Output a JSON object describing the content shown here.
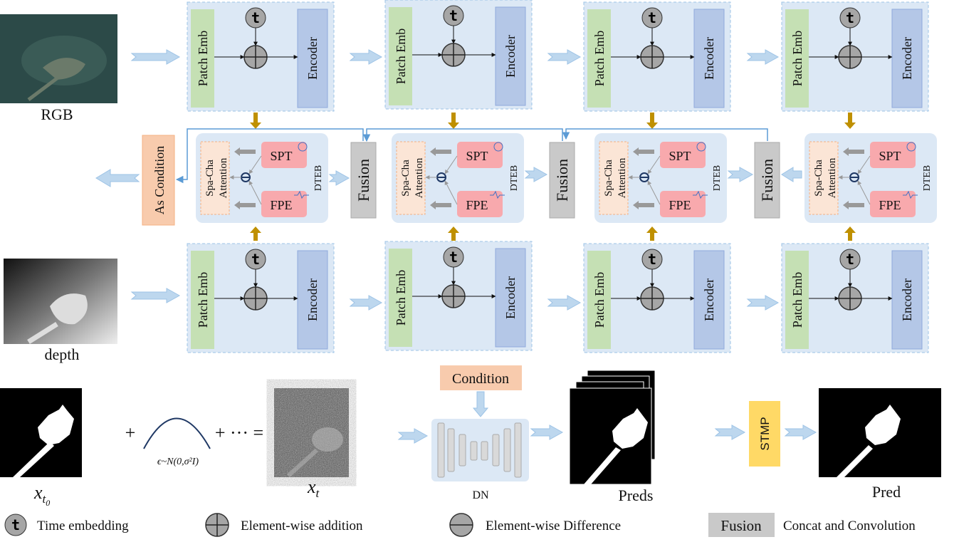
{
  "inputs": {
    "rgb_label": "RGB",
    "depth_label": "depth"
  },
  "encoder_block": {
    "patch_emb": "Patch Emb",
    "encoder": "Encoder",
    "time_symbol": "t"
  },
  "dteb": {
    "label": "DTEB",
    "attention": [
      "Spa-Cha",
      "Attention"
    ],
    "spt": "SPT",
    "fpe": "FPE"
  },
  "fusion_label": "Fusion",
  "as_condition": "As Condition",
  "diffusion": {
    "x_t0": "x",
    "x_t0_sub": "t",
    "x_t0_subsub": "0",
    "noise": "ϵ~N(0,σ²I)",
    "plus": "+",
    "plus_dots_eq": "+ ··· =",
    "x_t": "x",
    "x_t_sub": "t",
    "condition": "Condition",
    "dn": "DN",
    "preds": "Preds",
    "stmp": "STMP",
    "pred": "Pred"
  },
  "legend": [
    {
      "symbol": "t",
      "label": "Time embedding"
    },
    {
      "symbol": "plus",
      "label": "Element-wise addition"
    },
    {
      "symbol": "minus",
      "label": "Element-wise Difference"
    },
    {
      "symbol": "Fusion",
      "label": "Concat and Convolution"
    }
  ],
  "colors": {
    "block_bg": "#dce8f5",
    "patch_emb": "#c5e0b4",
    "encoder": "#b4c7e7",
    "spt_fpe": "#f8a9ad",
    "attention": "#fbe5d6",
    "condition": "#f8cbad",
    "fusion": "#c9c9c9",
    "stmp": "#ffd966",
    "gold_arrow": "#bf9000",
    "blue_line": "#5b9bd5"
  }
}
